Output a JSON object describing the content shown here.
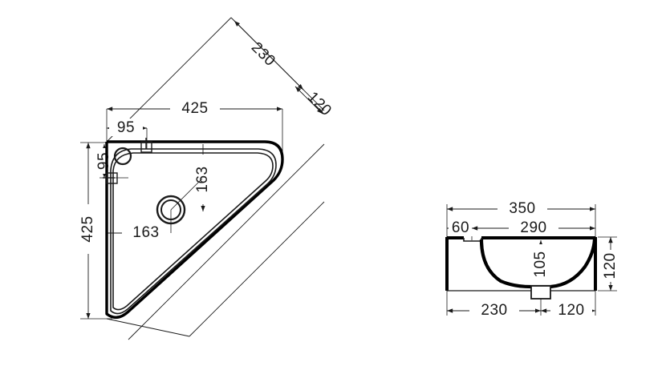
{
  "document": {
    "type": "technical-drawing",
    "subject": "corner washbasin dimensional drawing",
    "units": "mm",
    "background_color": "#ffffff",
    "line_color": "#1a1a1a",
    "outline_color": "#000000"
  },
  "views": {
    "plan": {
      "name": "plan-view",
      "dimensions": {
        "width_top": "425",
        "height_left": "425",
        "diagonal_front": "230",
        "diagonal_corner": "120",
        "tap_offset_from_top": "95",
        "tap_offset_from_left": "95",
        "drain_from_left": "163",
        "drain_from_top": "163"
      }
    },
    "elevation": {
      "name": "section-view",
      "dimensions": {
        "overall_width": "350",
        "rim_offset": "60",
        "bowl_width": "290",
        "bowl_depth": "105",
        "overall_height": "120",
        "left_segment": "230",
        "right_segment": "120"
      }
    }
  },
  "labels": {
    "plan_425_top": "425",
    "plan_425_left": "425",
    "plan_95_top": "95",
    "plan_95_left": "95",
    "plan_163_vertical": "163",
    "plan_163_horizontal": "163",
    "plan_230_diagonal": "230",
    "plan_120_diagonal": "120",
    "elev_350": "350",
    "elev_60": "60",
    "elev_290": "290",
    "elev_105": "105",
    "elev_120_right": "120",
    "elev_230_bottom": "230",
    "elev_120_bottom": "120"
  }
}
